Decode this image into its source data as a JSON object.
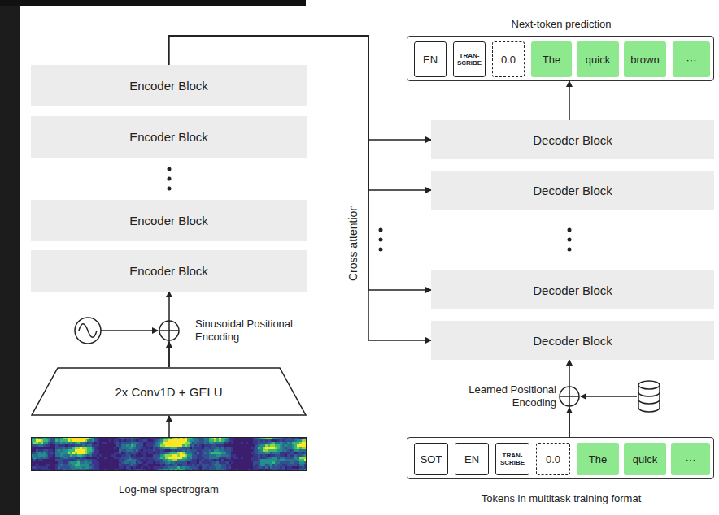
{
  "diagram": {
    "nodes": [
      {
        "text": [
          "Encoder Block"
        ]
      },
      {
        "text": [
          "Encoder Block"
        ]
      },
      {
        "text": [
          "Encoder Block"
        ]
      },
      {
        "text": [
          "Encoder Block"
        ]
      },
      {
        "text": [
          "2x Conv1D + GELU"
        ]
      },
      {
        "text": [
          "Log-mel spectrogram"
        ]
      },
      {
        "text": [
          "Next-token prediction"
        ]
      },
      {
        "text": [
          "EN"
        ],
        "in": 6
      },
      {
        "text": [
          "TRAN- SCRIBE"
        ],
        "in": 6
      },
      {
        "text": [
          "0.0"
        ],
        "in": 6
      },
      {
        "text": [
          "The"
        ],
        "in": 6
      },
      {
        "text": [
          "quick"
        ],
        "in": 6
      },
      {
        "text": [
          "brown"
        ],
        "in": 6
      },
      {
        "text": [
          "···"
        ],
        "in": 6
      },
      {
        "text": [
          "Decoder Block"
        ]
      },
      {
        "text": [
          "Decoder Block"
        ]
      },
      {
        "text": [
          "Decoder Block"
        ]
      },
      {
        "text": [
          "Decoder Block"
        ]
      },
      {
        "text": [
          "Tokens in multitask training format"
        ]
      },
      {
        "text": [
          "SOT"
        ],
        "in": 18
      },
      {
        "text": [
          "EN"
        ],
        "in": 18
      },
      {
        "text": [
          "TRAN- SCRIBE"
        ],
        "in": 18
      },
      {
        "text": [
          "0.0"
        ],
        "in": 18
      },
      {
        "text": [
          "The"
        ],
        "in": 18
      },
      {
        "text": [
          "quick"
        ],
        "in": 18
      },
      {
        "text": [
          "···"
        ],
        "in": 18
      }
    ],
    "edges": [
      {
        "from": 5,
        "to": 4,
        "arrow": "to"
      },
      {
        "from": 4,
        "to": 3,
        "arrow": "to"
      },
      {
        "from": 0,
        "to": 14,
        "arrow": "to"
      },
      {
        "from": 0,
        "to": 15,
        "arrow": "to"
      },
      {
        "from": 0,
        "to": 16,
        "arrow": "to"
      },
      {
        "from": 0,
        "to": 17,
        "arrow": "to"
      },
      {
        "from": 14,
        "to": 6,
        "arrow": "to"
      },
      {
        "from": 18,
        "to": 17,
        "arrow": "to"
      }
    ],
    "labels": [
      "Sinusoidal Positional Encoding",
      "Learned Positional Encoding",
      "Cross attention"
    ]
  }
}
